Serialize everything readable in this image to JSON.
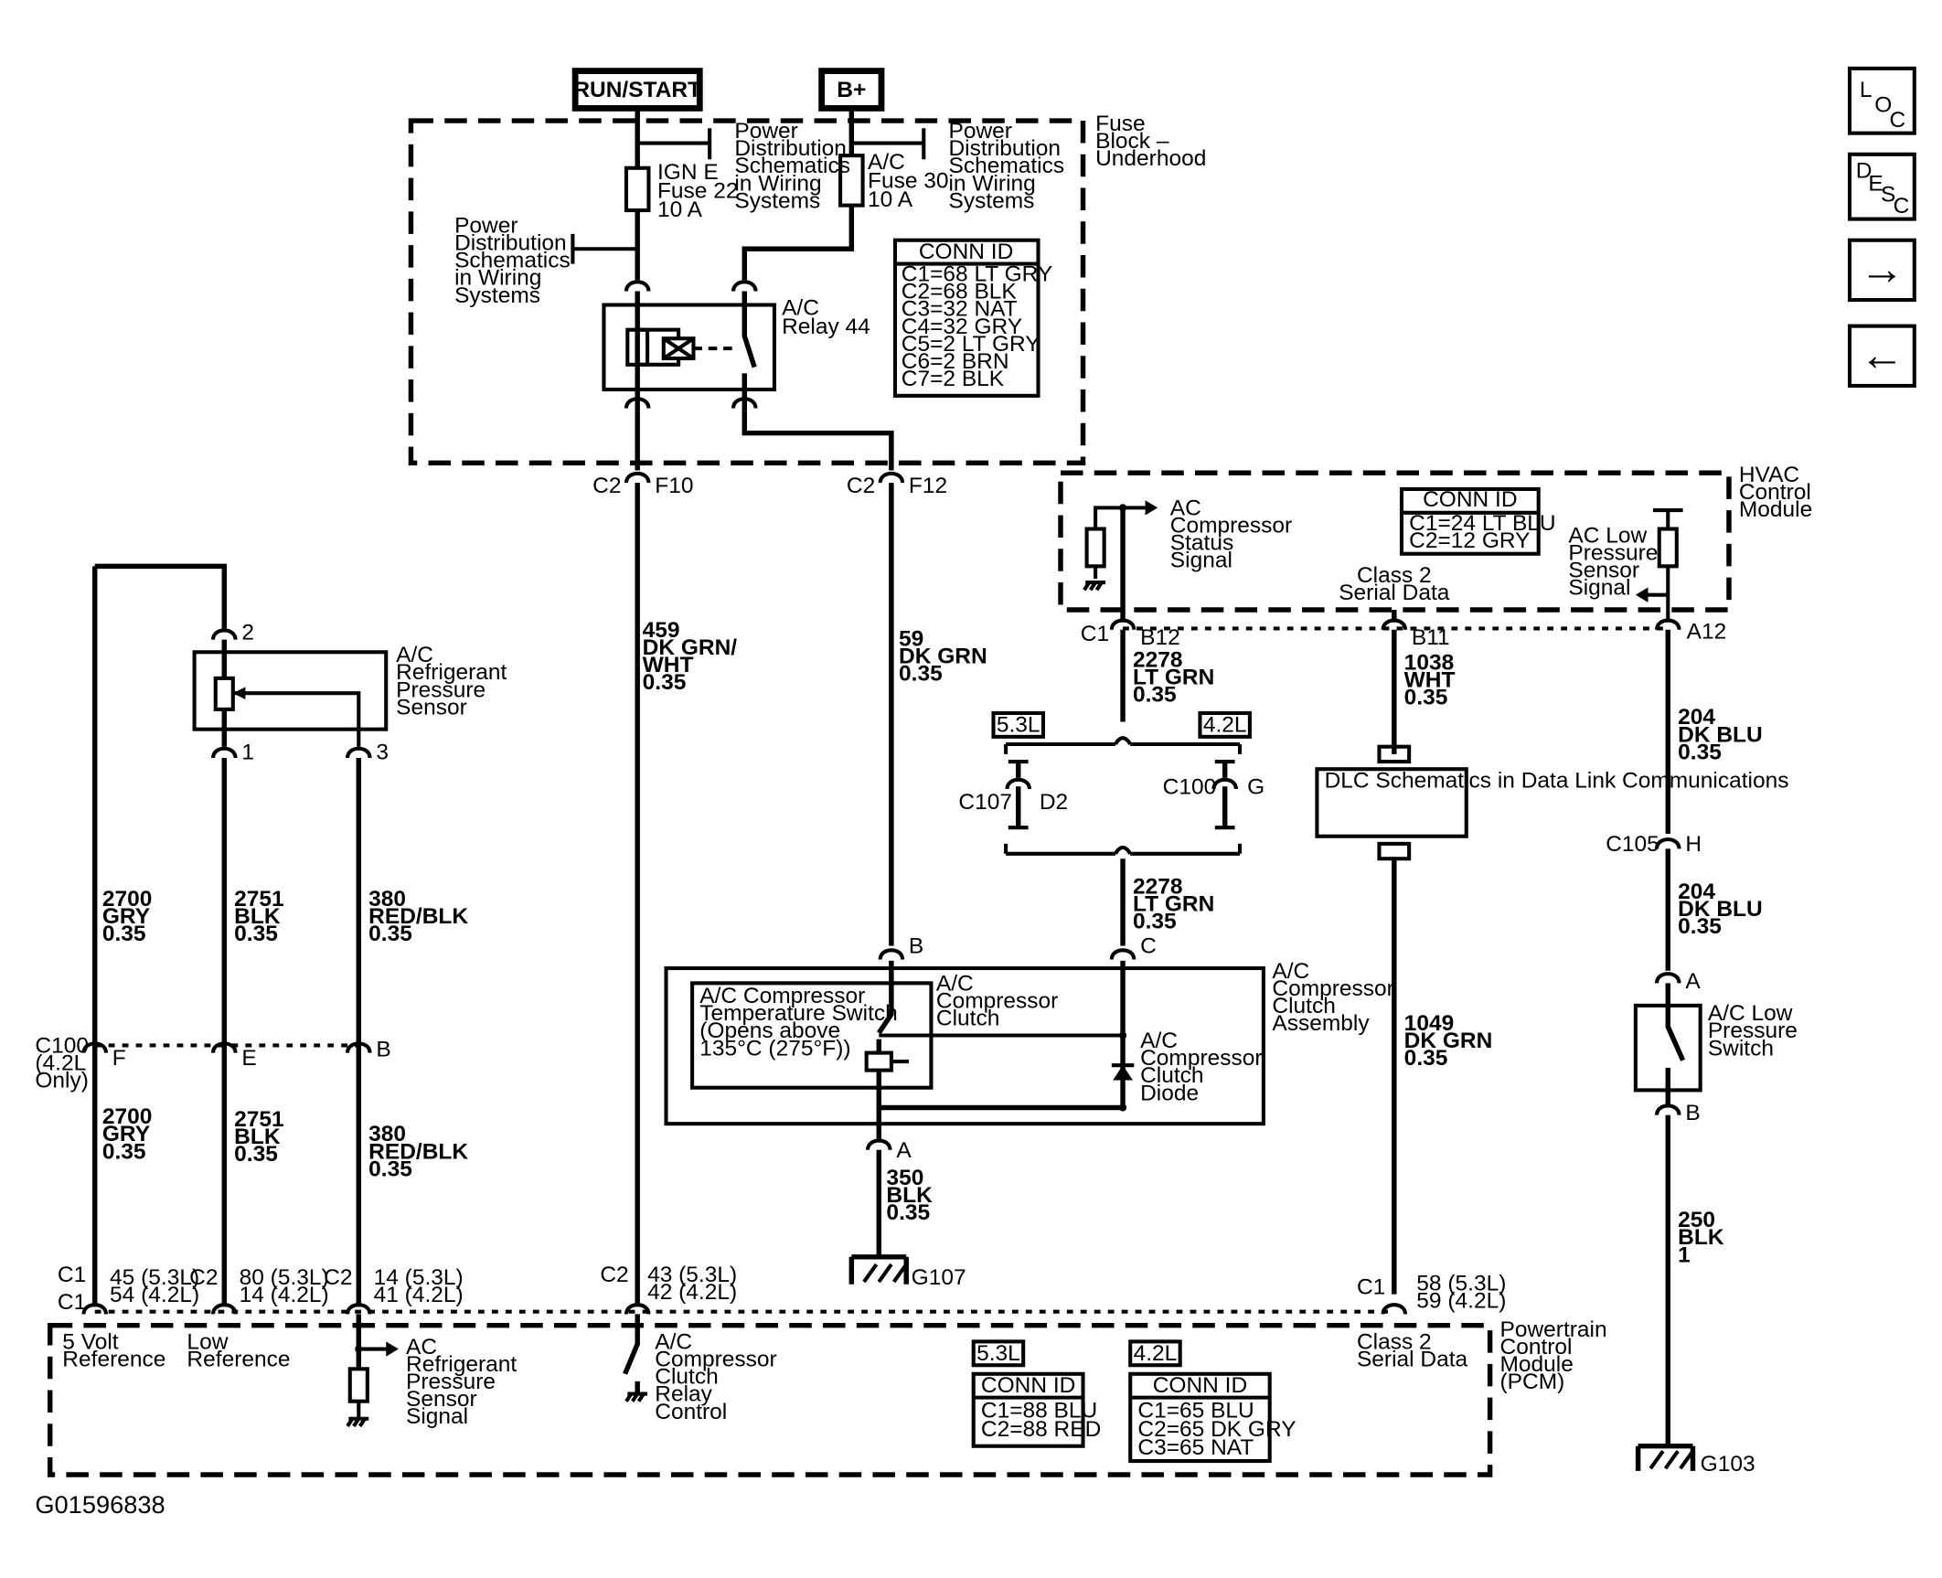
{
  "sources": {
    "run_start": "RUN/START",
    "bplus": "B+"
  },
  "fuse_block": {
    "title": "Fuse Block – Underhood",
    "pds_right": "Power Distribution Schematics in Wiring Systems",
    "pds_left": "Power Distribution Schematics in Wiring Systems",
    "pds_mid": "Power Distribution Schematics in Wiring Systems",
    "fuse22": "IGN E Fuse 22 10 A",
    "fuse30": "A/C Fuse 30 10 A",
    "relay": "A/C Relay 44",
    "conn_title": "CONN ID",
    "conn": [
      "C1=68 LT GRY",
      "C2=68 BLK",
      "C3=32 NAT",
      "C4=32 GRY",
      "C5=2 LT GRY",
      "C6=2 BRN",
      "C7=2 BLK"
    ]
  },
  "hvac": {
    "title": "HVAC Control Module",
    "status": "AC Compressor Status Signal",
    "class2": "Class 2 Serial Data",
    "lowpress": "AC Low Pressure Sensor Signal",
    "conn_title": "CONN ID",
    "conn": [
      "C1=24 LT BLU",
      "C2=12 GRY"
    ]
  },
  "pcm": {
    "title": "Powertrain Control Module (PCM)",
    "ref5": "5 Volt Reference",
    "lowref": "Low Reference",
    "refsig": "AC Refrigerant Pressure Sensor Signal",
    "relayctl": "A/C Compressor Clutch Relay Control",
    "class2": "Class 2 Serial Data",
    "conn53_tag": "5.3L",
    "conn53_title": "CONN ID",
    "conn53": [
      "C1=88 BLU",
      "C2=88 RED"
    ],
    "conn42_tag": "4.2L",
    "conn42_title": "CONN ID",
    "conn42": [
      "C1=65 BLU",
      "C2=65 DK GRY",
      "C3=65 NAT"
    ]
  },
  "sensor": {
    "title": "A/C Refrigerant Pressure Sensor",
    "p2": "2",
    "p1": "1",
    "p3": "3"
  },
  "clutch": {
    "title": "A/C Compressor Clutch Assembly",
    "tempswitch": "A/C Compressor Temperature Switch (Opens above 135°C (275°F))",
    "clutch": "A/C Compressor Clutch",
    "diode": "A/C Compressor Clutch Diode",
    "pinB": "B",
    "pinC": "C",
    "pinA": "A"
  },
  "lowswitch": {
    "title": "A/C Low Pressure Switch",
    "pinA": "A",
    "pinB": "B"
  },
  "dlc": "DLC Schematics in Data Link Communications",
  "engine_tags": {
    "l53": "5.3L",
    "l42": "4.2L"
  },
  "connectors": {
    "c2f10": [
      "C2",
      "F10"
    ],
    "c2f12": [
      "C2",
      "F12"
    ],
    "c1b12": [
      "C1",
      "B12"
    ],
    "b11": "B11",
    "a12": "A12",
    "c107": [
      "C107",
      "D2"
    ],
    "c100g": [
      "C100",
      "G"
    ],
    "c105": [
      "C105",
      "H"
    ],
    "c100": [
      "C100",
      "(4.2L",
      "Only)"
    ],
    "c100pins": [
      "F",
      "E",
      "B"
    ]
  },
  "wires": {
    "w459": [
      "459",
      "DK GRN/",
      "WHT",
      "0.35"
    ],
    "w59": [
      "59",
      "DK GRN",
      "0.35"
    ],
    "w2278a": [
      "2278",
      "LT GRN",
      "0.35"
    ],
    "w2278b": [
      "2278",
      "LT GRN",
      "0.35"
    ],
    "w1038": [
      "1038",
      "WHT",
      "0.35"
    ],
    "w204a": [
      "204",
      "DK BLU",
      "0.35"
    ],
    "w204b": [
      "204",
      "DK BLU",
      "0.35"
    ],
    "w1049": [
      "1049",
      "DK GRN",
      "0.35"
    ],
    "w350": [
      "350",
      "BLK",
      "0.35"
    ],
    "w250": [
      "250",
      "BLK",
      "1"
    ],
    "w2700a": [
      "2700",
      "GRY",
      "0.35"
    ],
    "w2751a": [
      "2751",
      "BLK",
      "0.35"
    ],
    "w380a": [
      "380",
      "RED/BLK",
      "0.35"
    ],
    "w2700b": [
      "2700",
      "GRY",
      "0.35"
    ],
    "w2751b": [
      "2751",
      "BLK",
      "0.35"
    ],
    "w380b": [
      "380",
      "RED/BLK",
      "0.35"
    ]
  },
  "pcm_pins": {
    "p1": [
      "C1",
      "C1",
      "45 (5.3L)",
      "54 (4.2L)"
    ],
    "p2": [
      "C2",
      "80 (5.3L)",
      "14 (4.2L)"
    ],
    "p3": [
      "C2",
      "14 (5.3L)",
      "41 (4.2L)"
    ],
    "p4": [
      "C2",
      "43 (5.3L)",
      "42 (4.2L)"
    ],
    "p5": [
      "C1",
      "58 (5.3L)",
      "59 (4.2L)"
    ]
  },
  "grounds": {
    "g107": "G107",
    "g103": "G103"
  },
  "figure_id": "G01596838",
  "nav": {
    "loc": [
      "L",
      "O",
      "C"
    ],
    "desc": [
      "D",
      "E",
      "S",
      "C"
    ],
    "next": "→",
    "prev": "←"
  }
}
